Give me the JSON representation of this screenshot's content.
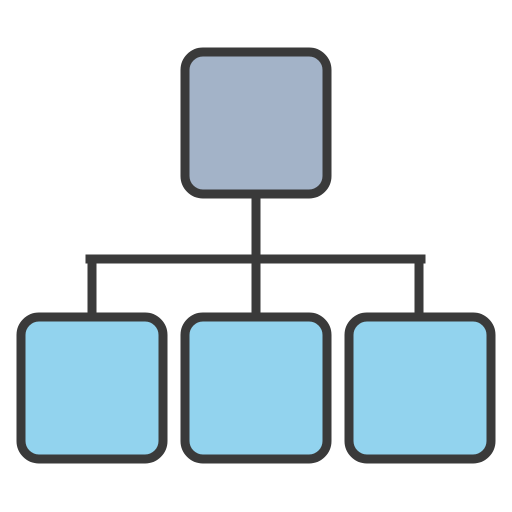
{
  "diagram": {
    "icon_name": "hierarchy-org-chart-icon",
    "root_node": {
      "name": "parent-node",
      "fill_color": "#a3b3c8"
    },
    "child_nodes": [
      {
        "name": "child-node-left",
        "fill_color": "#92d3ee"
      },
      {
        "name": "child-node-middle",
        "fill_color": "#92d3ee"
      },
      {
        "name": "child-node-right",
        "fill_color": "#92d3ee"
      }
    ],
    "stroke_color": "#3a3a3a",
    "background_color": "#ffffff"
  }
}
